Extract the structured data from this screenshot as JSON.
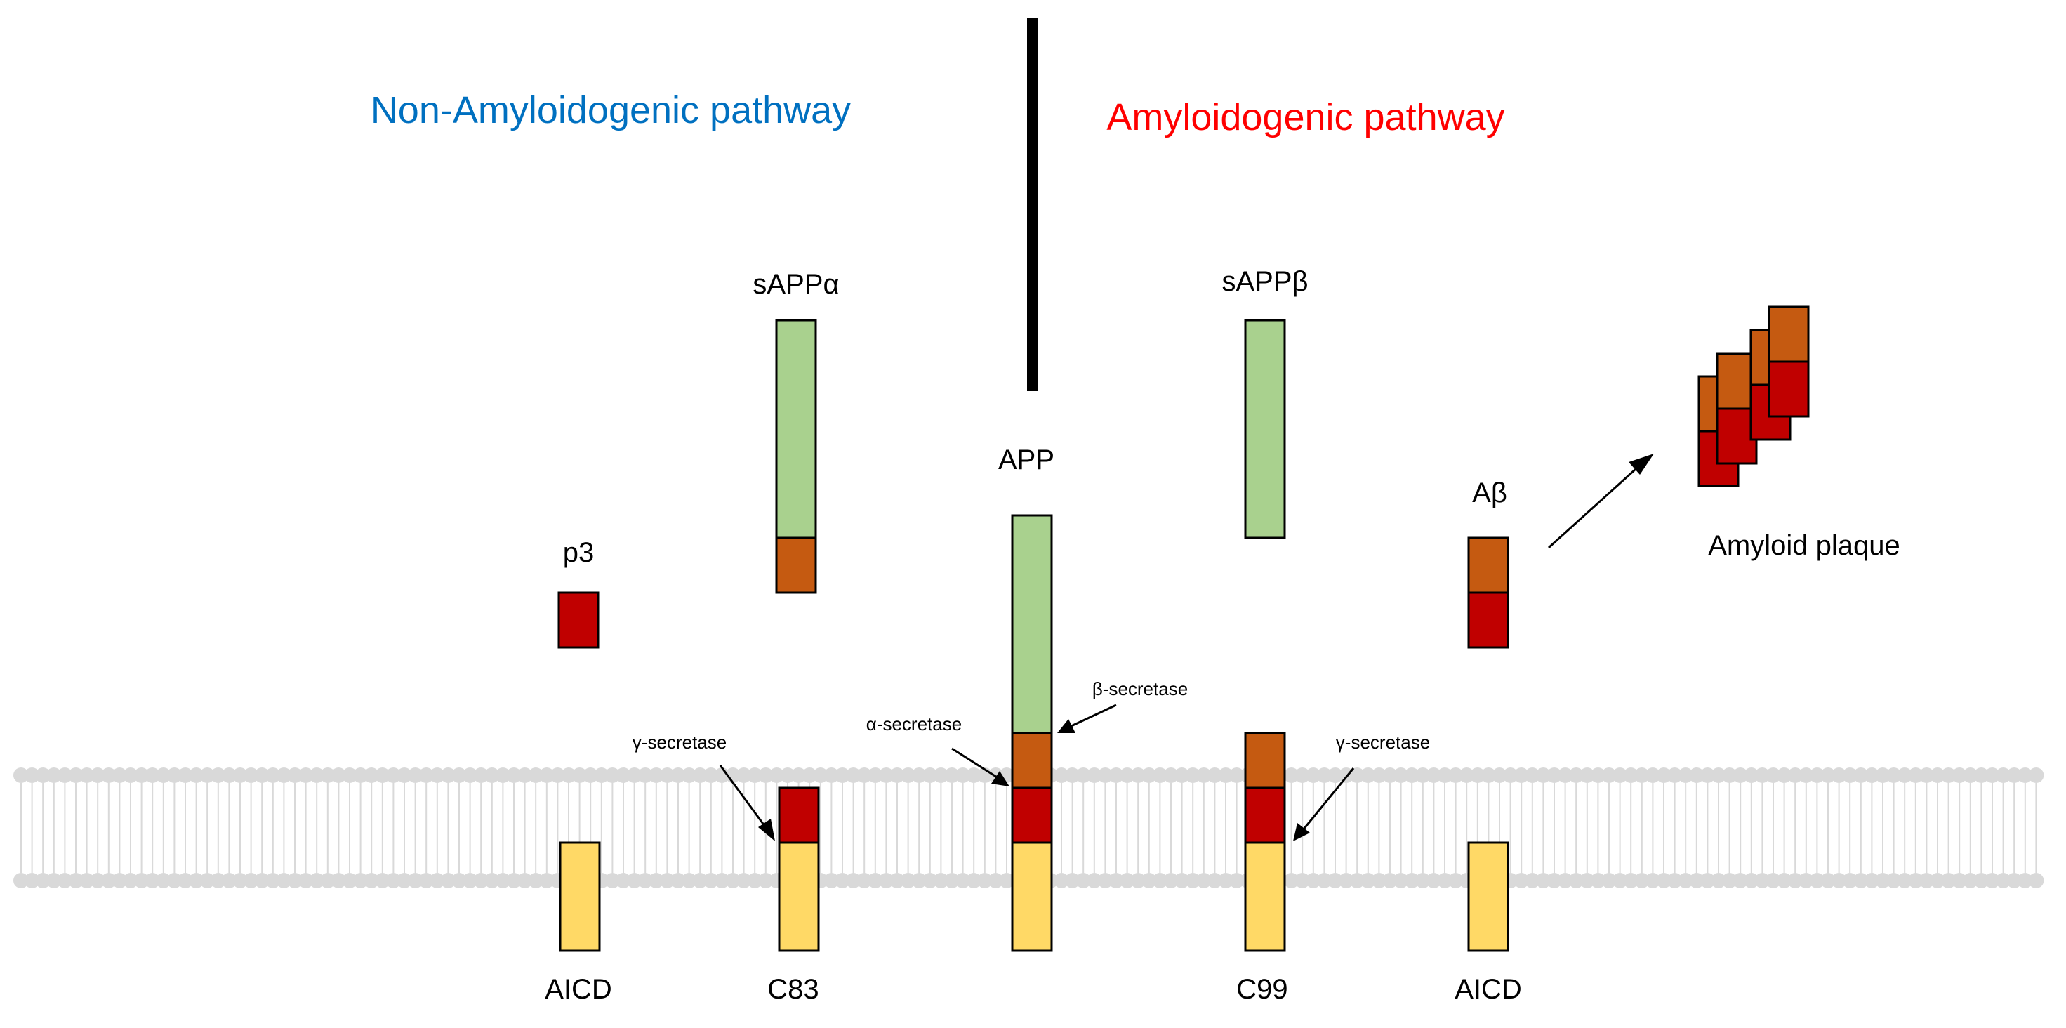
{
  "headings": {
    "left": "Non-Amyloidogenic pathway",
    "right": "Amyloidogenic pathway"
  },
  "labels": {
    "sappa": "sAPPα",
    "sappb": "sAPPβ",
    "app": "APP",
    "p3": "p3",
    "abeta": "Aβ",
    "plaque": "Amyloid plaque",
    "aicd_left": "AICD",
    "c83": "C83",
    "c99": "C99",
    "aicd_right": "AICD"
  },
  "enzymes": {
    "gamma_left": "γ-secretase",
    "alpha": "α-secretase",
    "beta": "β-secretase",
    "gamma_right": "γ-secretase"
  },
  "colors": {
    "heading_left": "#0070c0",
    "heading_right": "#ff0000",
    "green_domain": "#a9d18e",
    "orange_domain": "#c55a11",
    "red_domain": "#c00000",
    "yellow_domain": "#ffd966",
    "membrane": "#d9d9d9",
    "outline": "#000000"
  }
}
